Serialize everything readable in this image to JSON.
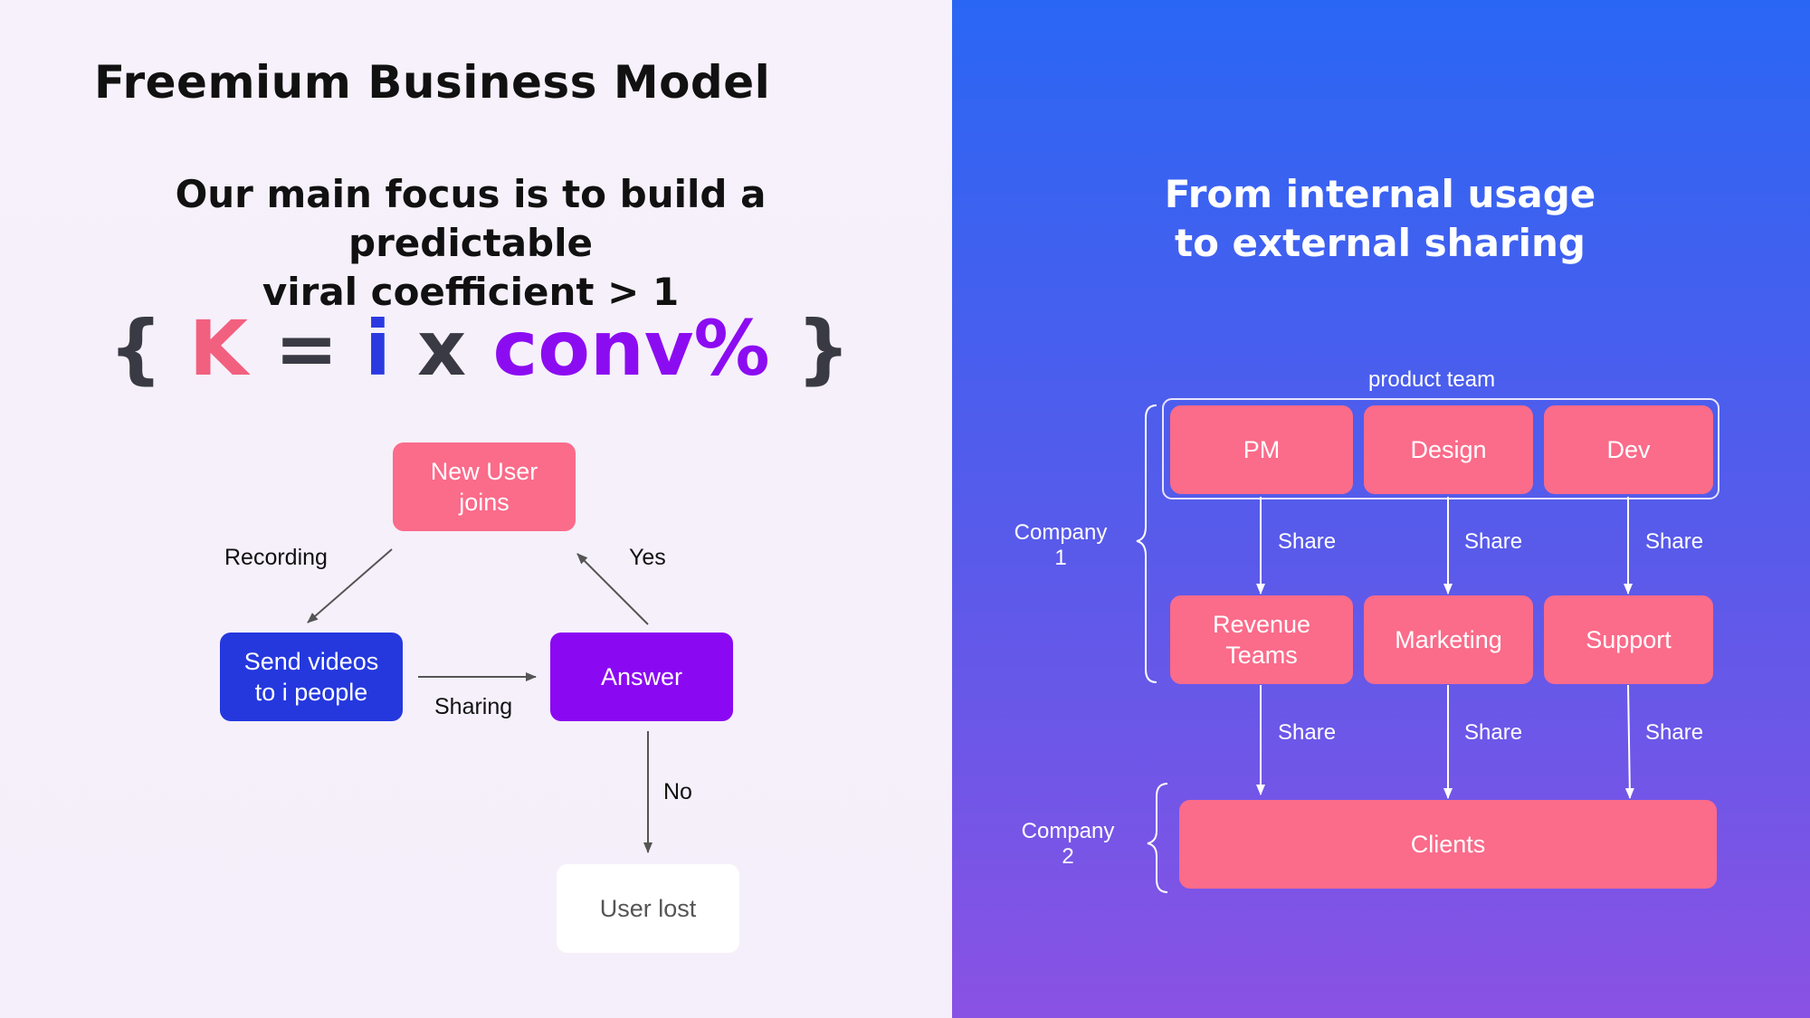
{
  "left": {
    "title": "Freemium Business Model",
    "subtitle_line1": "Our main focus is to build a predictable",
    "subtitle_line2": "viral coefficient > 1",
    "formula": {
      "open": "{ ",
      "k": "K",
      "eq": " = ",
      "i": "i",
      "x": " x ",
      "conv": "conv%",
      "close": " }"
    },
    "nodes": {
      "new_user_line1": "New User",
      "new_user_line2": "joins",
      "send_videos_line1": "Send videos",
      "send_videos_line2": "to i people",
      "answer": "Answer",
      "user_lost": "User lost"
    },
    "edges": {
      "recording": "Recording",
      "yes": "Yes",
      "sharing": "Sharing",
      "no": "No"
    }
  },
  "right": {
    "title_line1": "From internal usage",
    "title_line2": "to external sharing",
    "product_team": "product team",
    "company1_line1": "Company",
    "company1_line2": "1",
    "company2_line1": "Company",
    "company2_line2": "2",
    "top_boxes": [
      "PM",
      "Design",
      "Dev"
    ],
    "mid_boxes": {
      "revenue_line1": "Revenue",
      "revenue_line2": "Teams",
      "marketing": "Marketing",
      "support": "Support"
    },
    "clients": "Clients",
    "share": "Share"
  },
  "colors": {
    "pink": "#fb6b8a",
    "blue": "#2438de",
    "purple": "#8b09f2",
    "right_bg_top": "#2a66f4",
    "right_bg_bottom": "#8a52e4"
  }
}
